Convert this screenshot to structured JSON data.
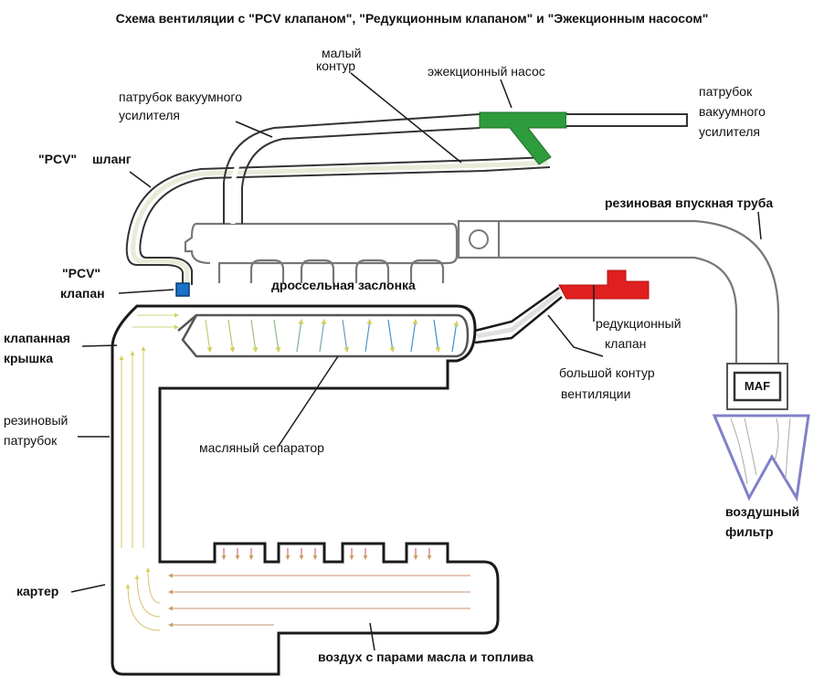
{
  "title": "Схема вентиляции с \"PCV клапаном\", \"Редукционным клапаном\" и \"Эжекционным насосом\"",
  "labels": {
    "small_circuit_1": "малый",
    "small_circuit_2": "контур",
    "ejector_pump": "эжекционный насос",
    "vac_left_1": "патрубок вакуумного",
    "vac_left_2": "усилителя",
    "vac_right_1": "патрубок",
    "vac_right_2": "вакуумного",
    "vac_right_3": "усилителя",
    "pcv_hose_1": "\"PCV\"",
    "pcv_hose_2": "шланг",
    "intake_pipe": "резиновая впускная труба",
    "pcv_valve_1": "\"PCV\"",
    "pcv_valve_2": "клапан",
    "throttle": "дроссельная заслонка",
    "valve_cover_1": "клапанная",
    "valve_cover_2": "крышка",
    "reduction_valve_1": "редукционный",
    "reduction_valve_2": "клапан",
    "big_circuit_1": "большой контур",
    "big_circuit_2": "вентиляции",
    "maf": "MAF",
    "rubber_pipe_1": "резиновый",
    "rubber_pipe_2": "патрубок",
    "oil_separator": "масляный сепаратор",
    "air_filter_1": "воздушный",
    "air_filter_2": "фильтр",
    "crankcase": "картер",
    "air_vapors": "воздух с парами масла и топлива"
  },
  "colors": {
    "outline": "#1a1a1a",
    "ejector": "#2e9b3c",
    "reduction_valve": "#e02020",
    "pcv_valve": "#1a73c8",
    "air_filter": "#8080c8",
    "hose_fill": "#e6ecd8"
  }
}
